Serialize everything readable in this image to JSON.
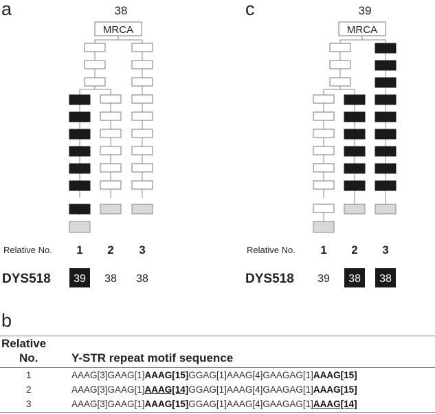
{
  "panel_a": {
    "letter": "a",
    "root_value": "38",
    "root_label": "MRCA",
    "relative_no_label": "Relative No.",
    "relatives": [
      "1",
      "2",
      "3"
    ],
    "marker_label": "DYS518",
    "values": [
      "39",
      "38",
      "38"
    ],
    "highlighted": [
      true,
      false,
      false
    ]
  },
  "panel_c": {
    "letter": "c",
    "root_value": "39",
    "root_label": "MRCA",
    "relative_no_label": "Relative No.",
    "relatives": [
      "1",
      "2",
      "3"
    ],
    "marker_label": "DYS518",
    "values": [
      "39",
      "38",
      "38"
    ],
    "highlighted": [
      false,
      true,
      true
    ]
  },
  "panel_b": {
    "letter": "b",
    "header_line1": "Relative",
    "header_line2": "No.",
    "header_seq": "Y-STR repeat motif sequence",
    "rows": [
      {
        "no": "1",
        "s1": "AAAG[3]GAAG[1]",
        "m1": "AAAG[15]",
        "s2": "GGAG[1]AAAG[4]GAAGAG[1]",
        "m2": "AAAG[15]"
      },
      {
        "no": "2",
        "s1": "AAAG[3]GAAG[1]",
        "m1": "AAAG[14]",
        "s2": "GGAG[1]AAAG[4]GAAGAG[1]",
        "m2": "AAAG[15]"
      },
      {
        "no": "3",
        "s1": "AAAG[3]GAAG[1]",
        "m1": "AAAG[15]",
        "s2": "GGAG[1]AAAG[4]GAAGAG[1]",
        "m2": "AAAG[14]"
      }
    ]
  },
  "colors": {
    "black": "#1a1a1a",
    "grey_box": "#d9d9d9",
    "line": "#888888"
  }
}
